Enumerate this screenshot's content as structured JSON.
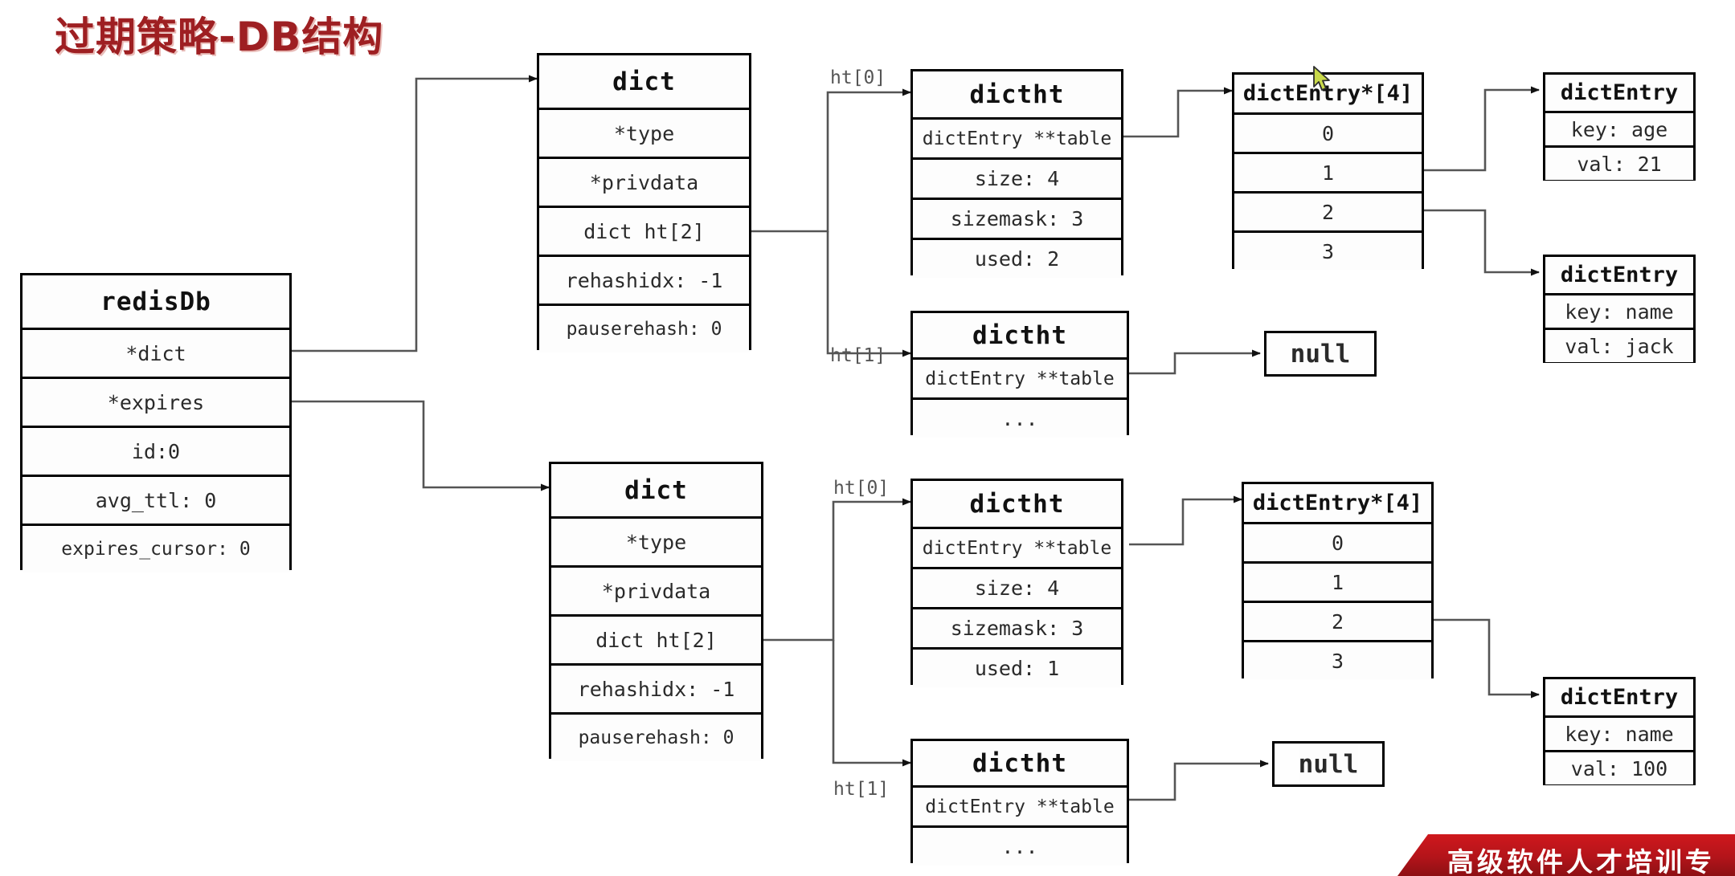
{
  "title": "过期策略-DB结构",
  "colors": {
    "title": "#9e1f22",
    "box_border": "#000000",
    "wire": "#555555",
    "ribbon": "#c2141a",
    "cursor": "#c9d94a"
  },
  "redis_db": {
    "header": "redisDb",
    "fields": [
      "*dict",
      "*expires",
      "id:0",
      "avg_ttl: 0",
      "expires_cursor: 0"
    ]
  },
  "dict_top": {
    "header": "dict",
    "fields": [
      "*type",
      "*privdata",
      "dict ht[2]",
      "rehashidx: -1",
      "pauserehash: 0"
    ]
  },
  "dict_bottom": {
    "header": "dict",
    "fields": [
      "*type",
      "*privdata",
      "dict ht[2]",
      "rehashidx: -1",
      "pauserehash: 0"
    ]
  },
  "dictht_top_ht0": {
    "header": "dictht",
    "fields": [
      "dictEntry **table",
      "size: 4",
      "sizemask: 3",
      "used: 2"
    ]
  },
  "dictht_top_ht1": {
    "header": "dictht",
    "fields": [
      "dictEntry **table",
      "..."
    ]
  },
  "dictht_bottom_ht0": {
    "header": "dictht",
    "fields": [
      "dictEntry **table",
      "size: 4",
      "sizemask: 3",
      "used: 1"
    ]
  },
  "dictht_bottom_ht1": {
    "header": "dictht",
    "fields": [
      "dictEntry **table",
      "..."
    ]
  },
  "table_top": {
    "header": "dictEntry*[4]",
    "slots": [
      "0",
      "1",
      "2",
      "3"
    ]
  },
  "table_bottom": {
    "header": "dictEntry*[4]",
    "slots": [
      "0",
      "1",
      "2",
      "3"
    ]
  },
  "entry_age": {
    "header": "dictEntry",
    "key": "key: age",
    "val": "val: 21"
  },
  "entry_name_jack": {
    "header": "dictEntry",
    "key": "key: name",
    "val": "val: jack"
  },
  "entry_name_100": {
    "header": "dictEntry",
    "key": "key: name",
    "val": "val: 100"
  },
  "null_top": {
    "label": "null"
  },
  "null_bottom": {
    "label": "null"
  },
  "edge_labels": {
    "top_ht0": "ht[0]",
    "top_ht1": "ht[1]",
    "bottom_ht0": "ht[0]",
    "bottom_ht1": "ht[1]"
  },
  "ribbon": {
    "text": "高级软件人才培训专"
  }
}
